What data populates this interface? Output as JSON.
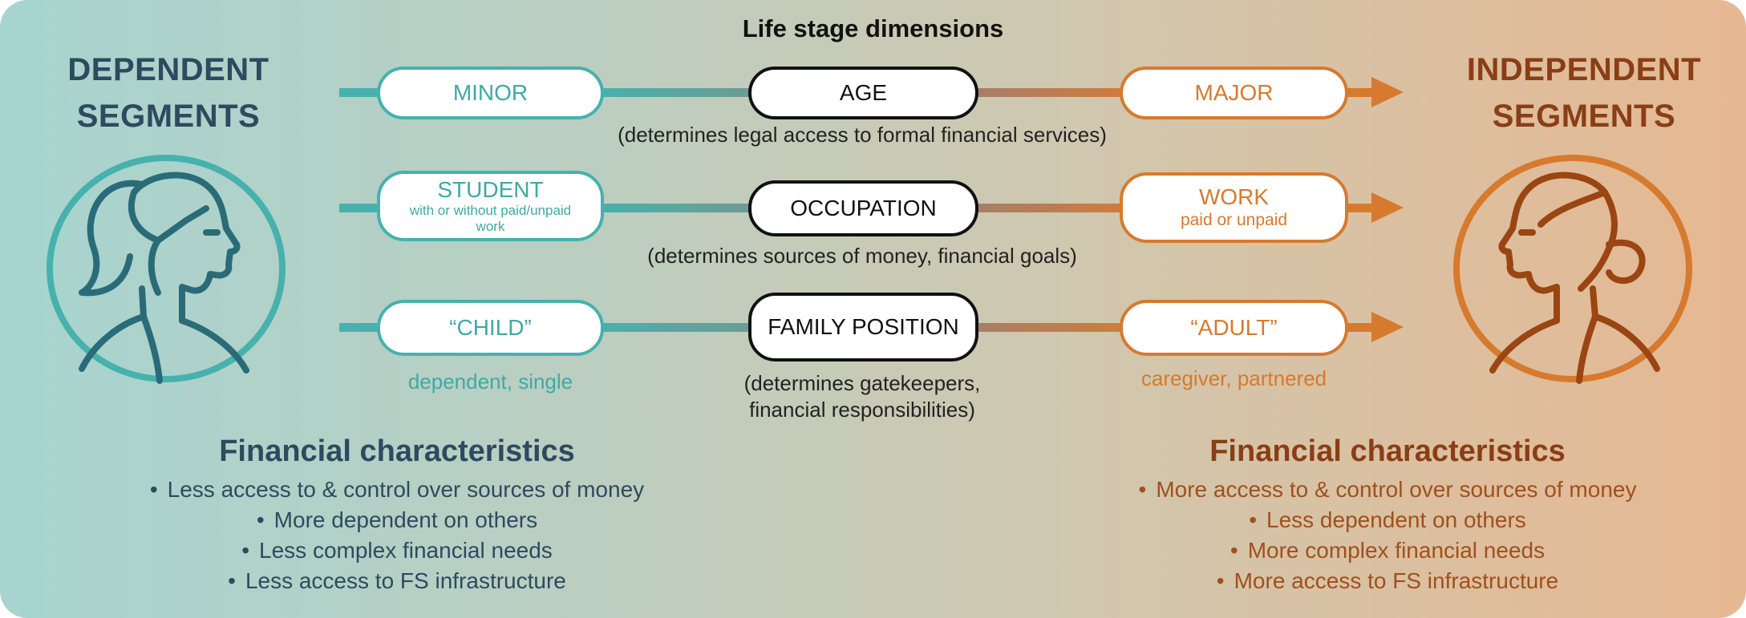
{
  "title": "Life stage dimensions",
  "left_segment": {
    "line1": "DEPENDENT",
    "line2": "SEGMENTS"
  },
  "right_segment": {
    "line1": "INDEPENDENT",
    "line2": "SEGMENTS"
  },
  "rows": [
    {
      "left": {
        "label": "MINOR",
        "sub": ""
      },
      "center": "AGE",
      "center_note": "(determines legal access to formal financial services)",
      "right": {
        "label": "MAJOR",
        "sub": ""
      },
      "left_note": "",
      "right_note": ""
    },
    {
      "left": {
        "label": "STUDENT",
        "sub_line1": "with or without paid/unpaid",
        "sub_line2": "work"
      },
      "center": "OCCUPATION",
      "center_note": "(determines sources of money, financial goals)",
      "right": {
        "label": "WORK",
        "sub": "paid or unpaid"
      },
      "left_note": "",
      "right_note": ""
    },
    {
      "left": {
        "label": "“CHILD”",
        "sub": ""
      },
      "center": "FAMILY POSITION",
      "center_note_line1": "(determines gatekeepers,",
      "center_note_line2": "financial responsibilities)",
      "right": {
        "label": "“ADULT”",
        "sub": ""
      },
      "left_note": "dependent, single",
      "right_note": "caregiver, partnered"
    }
  ],
  "financial_left": {
    "title": "Financial characteristics",
    "items": [
      "Less access to & control over sources of money",
      "More dependent on others",
      "Less complex financial needs",
      "Less access to FS infrastructure"
    ]
  },
  "financial_right": {
    "title": "Financial characteristics",
    "items": [
      "More access to & control over sources of money",
      "Less dependent on others",
      "More complex financial needs",
      "More access to FS infrastructure"
    ]
  },
  "icons": {
    "left_avatar": "dependent-person-icon",
    "right_avatar": "independent-person-icon"
  },
  "colors": {
    "teal": "#47b1ad",
    "orange": "#d67a2e",
    "navy": "#2e4a5f",
    "brown": "#8a3e15"
  }
}
